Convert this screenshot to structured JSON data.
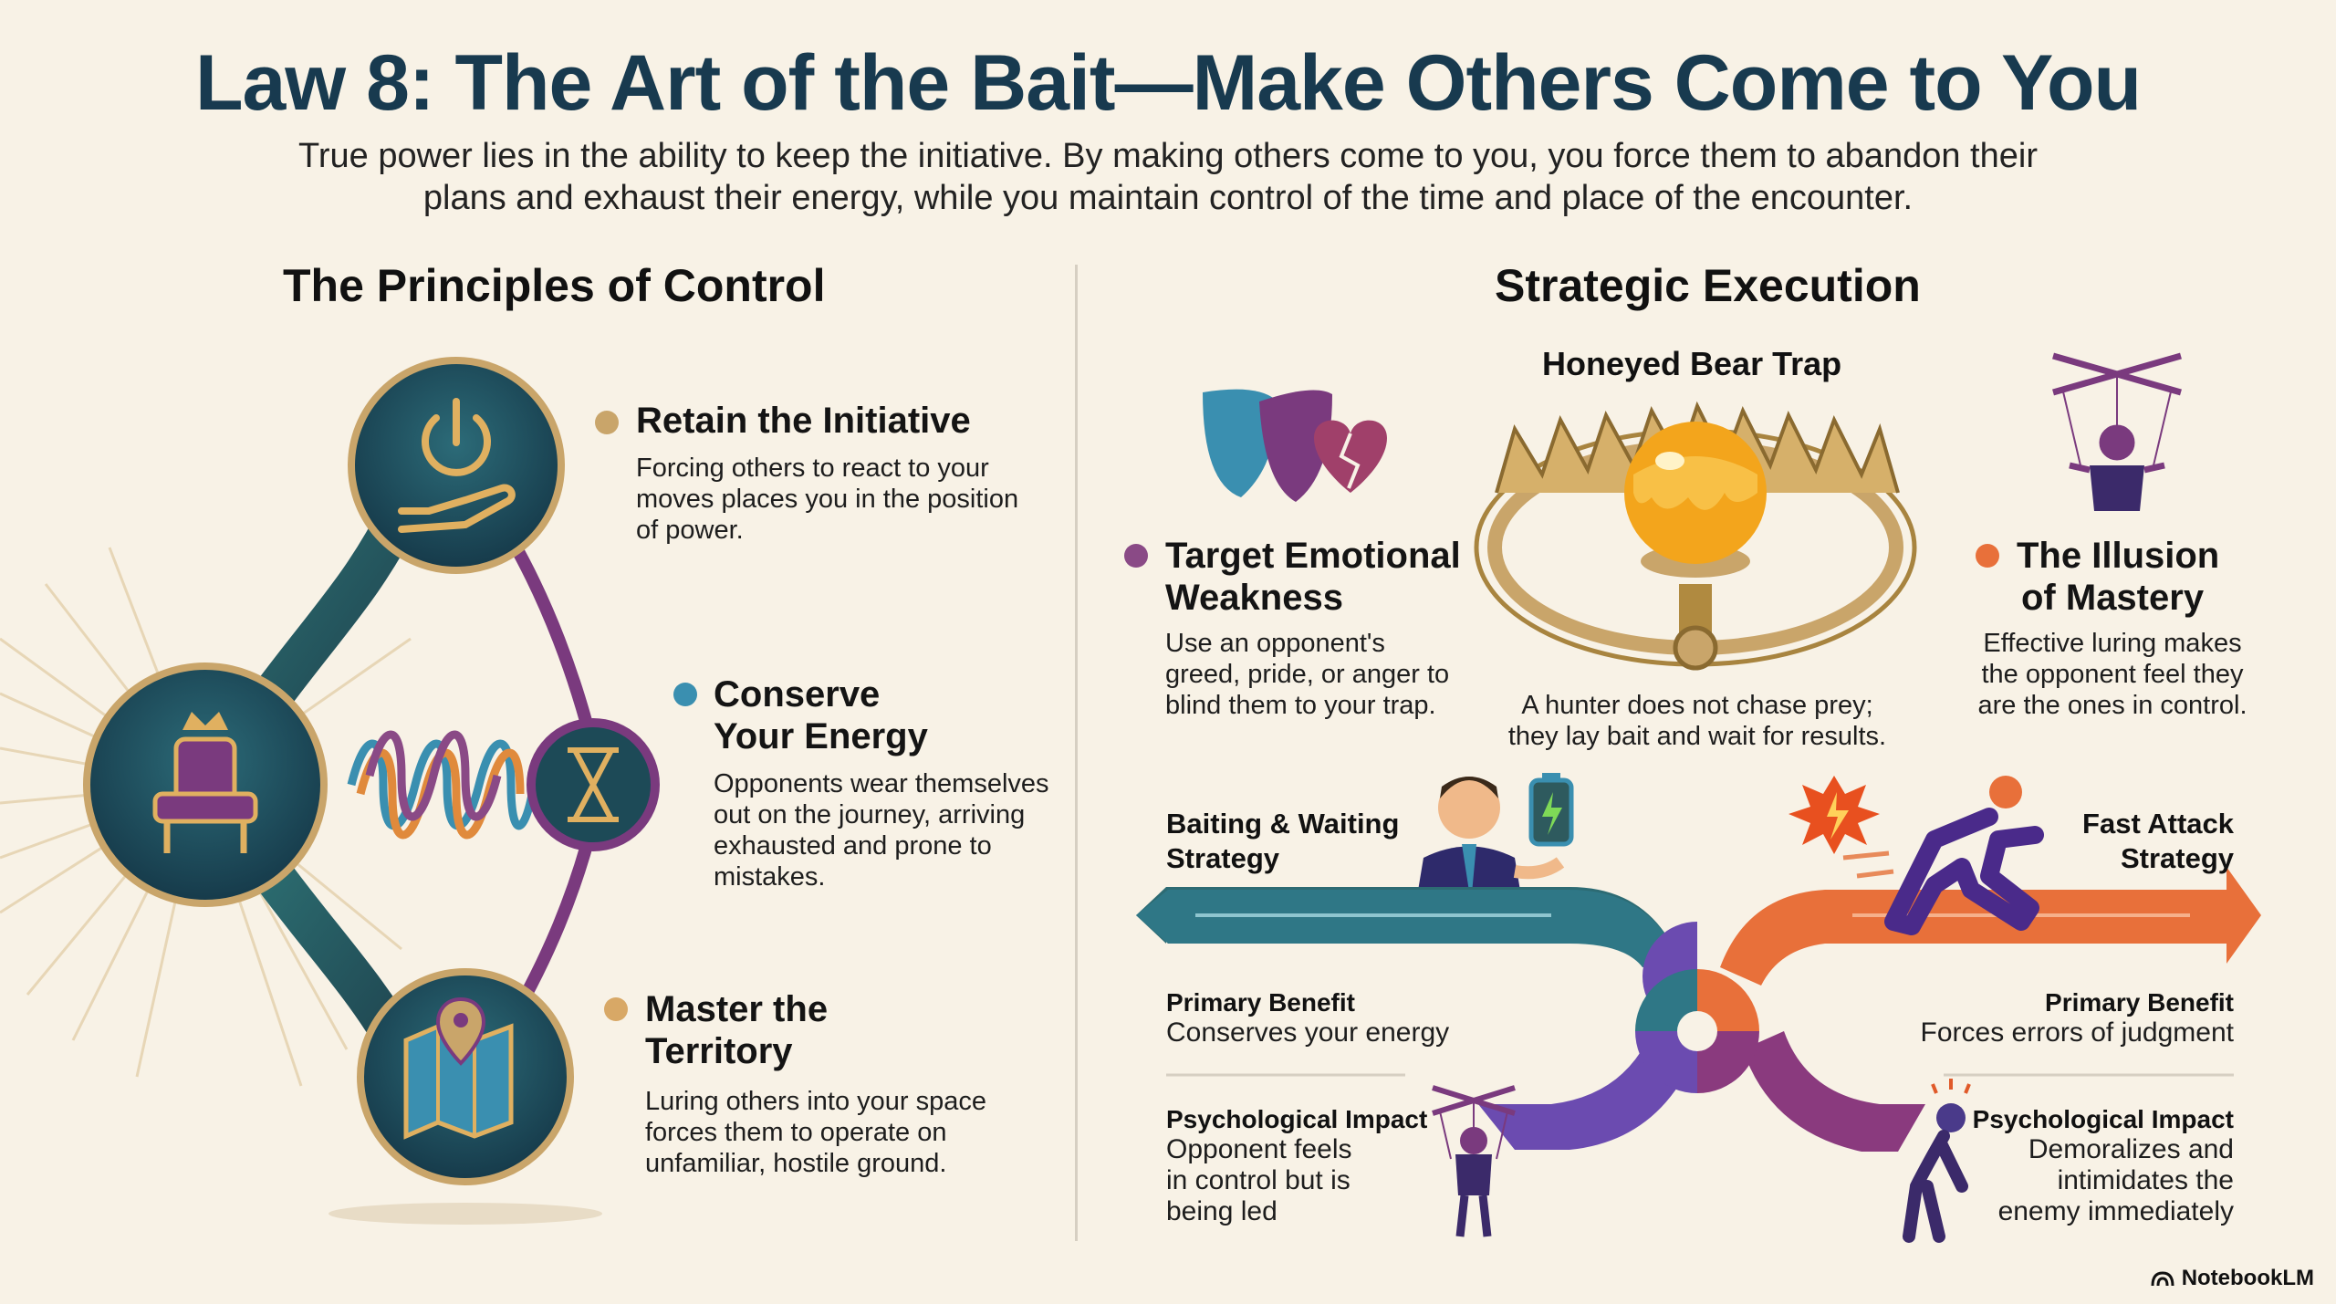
{
  "header": {
    "title": "Law 8: The Art of the Bait—Make Others Come to You",
    "subtitle": "True power lies in the ability to keep the initiative. By making others come to you, you force them to abandon their plans and exhaust their energy, while you maintain control of the time and place of the encounter."
  },
  "left": {
    "heading": "The Principles of Control",
    "principles": [
      {
        "title": "Retain the Initiative",
        "body": "Forcing others to react to your moves places you in the position of power.",
        "icon": "power-hand-icon",
        "color": "#c9a56a"
      },
      {
        "title_line1": "Conserve",
        "title_line2": "Your Energy",
        "body": "Opponents wear themselves out on the journey, arriving exhausted and prone to mistakes.",
        "icon": "hourglass-icon",
        "color": "#3a8fb0"
      },
      {
        "title_line1": "Master the",
        "title_line2": "Territory",
        "body": "Luring others into your space forces them to operate on unfamiliar, hostile ground.",
        "icon": "map-pin-icon",
        "color": "#d8a866"
      }
    ],
    "center_icon": "throne-icon"
  },
  "right": {
    "heading": "Strategic Execution",
    "trap_title": "Honeyed Bear Trap",
    "trap_caption": "A hunter does not chase prey; they lay bait and wait for results.",
    "emotional": {
      "title_line1": "Target Emotional",
      "title_line2": "Weakness",
      "body": "Use an opponent's greed, pride, or anger to blind them to your trap.",
      "color": "#8a4a86"
    },
    "illusion": {
      "title_line1": "The Illusion",
      "title_line2": "of Mastery",
      "body": "Effective luring makes the opponent feel they are the ones in control.",
      "color": "#e8703a"
    },
    "baiting": {
      "title_line1": "Baiting & Waiting",
      "title_line2": "Strategy",
      "benefit_label": "Primary Benefit",
      "benefit": "Conserves your energy",
      "impact_label": "Psychological Impact",
      "impact": "Opponent feels in control but is being led"
    },
    "fast": {
      "title_line1": "Fast Attack",
      "title_line2": "Strategy",
      "benefit_label": "Primary Benefit",
      "benefit": "Forces errors of judgment",
      "impact_label": "Psychological Impact",
      "impact": "Demoralizes and intimidates the enemy immediately"
    }
  },
  "footer": {
    "logo": "NotebookLM"
  },
  "colors": {
    "teal": "#2d6b73",
    "navy": "#183a4f",
    "purple": "#7a3a7e",
    "gold": "#c9a56a",
    "orange": "#e8703a"
  }
}
